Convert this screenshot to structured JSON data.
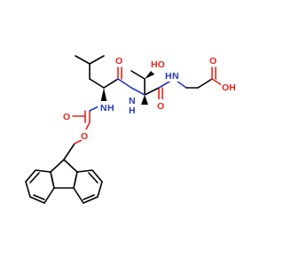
{
  "molecule": {
    "atoms": {
      "ho_label": "HO",
      "oh_label": "OH",
      "o_leu_carbonyl": "O",
      "o_thr_carbonyl": "O",
      "o_gly_carbonyl": "O",
      "o_ester": "O",
      "o_carbamate_carbonyl": "O",
      "n_leu": "N",
      "h_leu": "H",
      "n_thr": "N",
      "h_thr": "H",
      "n_gly": "N",
      "h_gly": "H"
    },
    "colors": {
      "carbon": "#000000",
      "oxygen": "#e8231b",
      "nitrogen": "#2536c4"
    }
  }
}
